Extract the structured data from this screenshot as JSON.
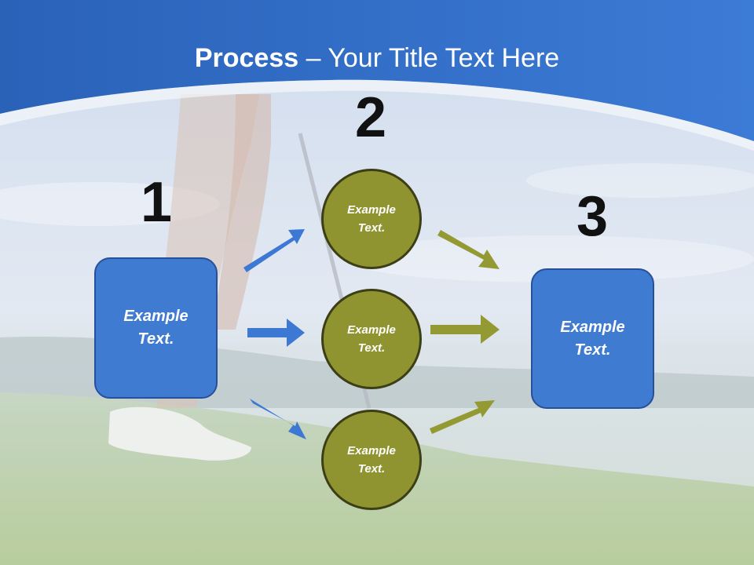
{
  "title": {
    "bold": "Process",
    "rest": " – Your Title Text Here"
  },
  "steps": {
    "one": {
      "number": "1",
      "text": "Example Text."
    },
    "two": {
      "number": "2",
      "circles": [
        "Example Text.",
        "Example Text.",
        "Example Text."
      ]
    },
    "three": {
      "number": "3",
      "text": "Example Text."
    }
  },
  "colors": {
    "box_fill": "#3f7bd1",
    "circle_fill": "#8f9431",
    "blue_arrow": "#3d78d4",
    "olive_arrow": "#939a33"
  }
}
